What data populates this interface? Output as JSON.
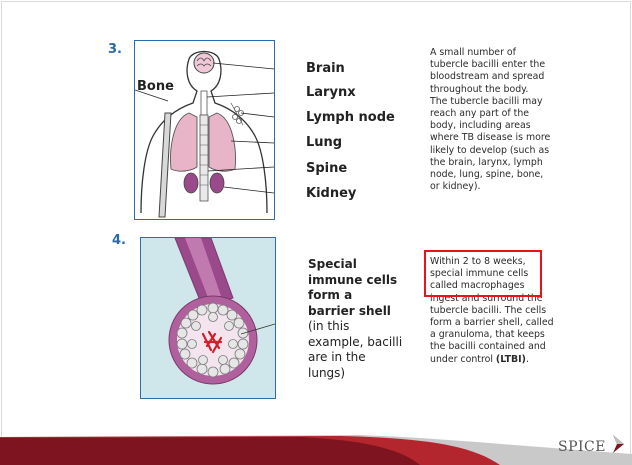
{
  "step3": {
    "number": "3.",
    "labels": [
      "Bone",
      "Brain",
      "Larynx",
      "Lymph node",
      "Lung",
      "Spine",
      "Kidney"
    ],
    "description_lines": [
      "A small number of",
      "tubercle bacilli enter the",
      "bloodstream and spread",
      "throughout the body.",
      "The tubercle bacilli may",
      "reach any part of the",
      "body, including areas",
      "where TB disease is more",
      "likely to develop (such as",
      "the brain, larynx, lymph",
      "node, lung, spine, bone,",
      "or kidney)."
    ]
  },
  "step4": {
    "number": "4.",
    "barrier_bold": "Special immune cells form a barrier shell",
    "barrier_rest": " (in this example, bacilli are in the lungs)",
    "description_lines": [
      "Within 2 to 8 weeks,",
      "special immune cells",
      "called macrophages",
      "ingest and surround the",
      "tubercle bacilli. The cells",
      "form a barrier shell, called",
      "a granuloma, that keeps",
      "the bacilli contained and"
    ],
    "last_line_prefix": "under control ",
    "last_line_bold": "(LTBI)",
    "last_line_suffix": "."
  },
  "footer": {
    "logo_text": "SPICE",
    "bar_colors": [
      "#7d1420",
      "#b3262d",
      "#c9c9c9"
    ]
  },
  "colors": {
    "step_number": "#2a6aa8",
    "box_border": "#2b6bb0",
    "highlight": "#e8141c",
    "organ_pink": "#e8b4c8",
    "kidney_purple": "#9a4a8a"
  }
}
